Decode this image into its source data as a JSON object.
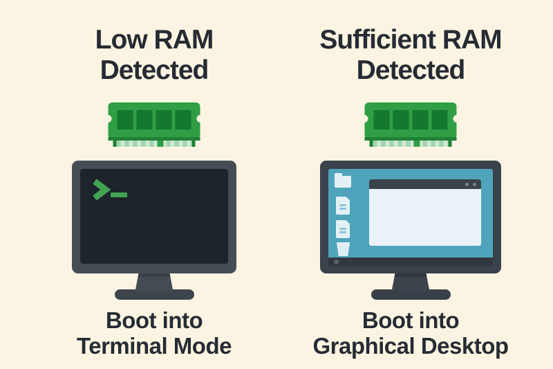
{
  "panels": {
    "low_ram": {
      "title_line1": "Low RAM",
      "title_line2": "Detected",
      "ram_icon": "ram-stick-icon",
      "monitor_type": "terminal",
      "terminal_prompt_symbol": ">_",
      "caption_line1": "Boot into",
      "caption_line2": "Terminal Mode"
    },
    "sufficient_ram": {
      "title_line1": "Sufficient RAM",
      "title_line2": "Detected",
      "ram_icon": "ram-stick-icon",
      "monitor_type": "graphical-desktop",
      "desktop_icons": [
        "folder-icon",
        "file-icon",
        "file-icon",
        "trash-icon"
      ],
      "window_controls": [
        "window-control-dot",
        "window-control-dot"
      ],
      "caption_line1": "Boot into",
      "caption_line2": "Graphical Desktop"
    }
  },
  "colors": {
    "bg": "#FBF4E2",
    "ink": "#262B33",
    "ram-green": "#2F9E44",
    "ram-chip": "#14782F",
    "ram-dark": "#1F8136",
    "pin-light": "#CFEAD3",
    "pin-mid": "#A2D5AC",
    "bezel-left": "#454C54",
    "bezel-right": "#3A424B",
    "chin": "#31383F",
    "screen-dark": "#1D242B",
    "prompt-green": "#42A353",
    "teal": "#4FA4BC",
    "window-body": "#E9F3F7",
    "icon-light": "#E3F1F6",
    "icon-detail": "#8FC4D8",
    "dot-gray": "#7A828A",
    "power-dot": "#5A6168",
    "base-left": "#3D444C",
    "base-right": "#394049"
  }
}
